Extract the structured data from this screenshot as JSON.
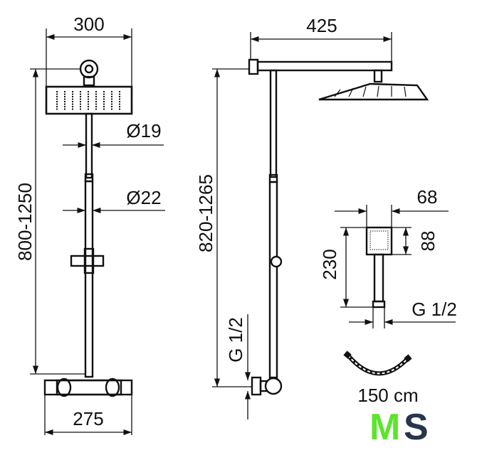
{
  "front_view": {
    "head_width": "300",
    "rail_diameter_upper": "Ø19",
    "rail_diameter_lower": "Ø22",
    "height_range": "800-1250",
    "thermostat_width": "275"
  },
  "side_view": {
    "arm_length": "425",
    "height_range": "820-1265",
    "inlet_thread": "G 1/2"
  },
  "hand_shower": {
    "head_width": "68",
    "head_height": "88",
    "total_length": "230",
    "connection_thread": "G 1/2"
  },
  "hose": {
    "length": "150 cm"
  },
  "logo": {
    "letter_1": "M",
    "letter_2": "S",
    "color_1": "#5be52c",
    "color_2": "#27364a"
  }
}
